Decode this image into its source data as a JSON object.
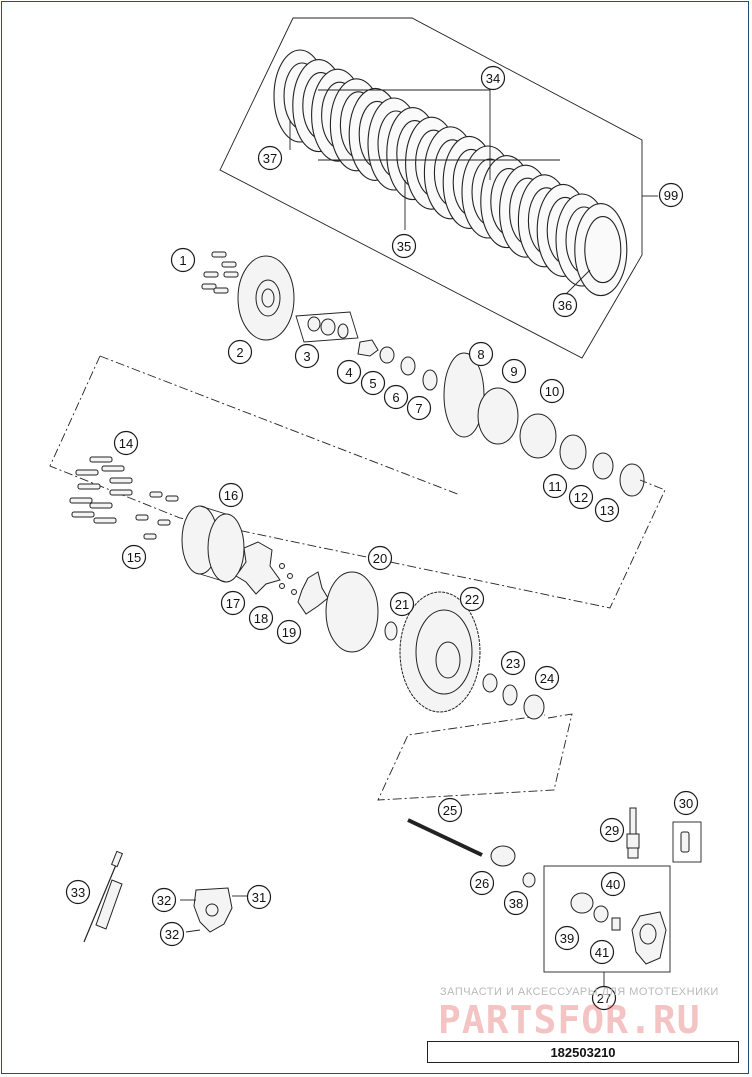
{
  "diagram": {
    "callouts": [
      "1",
      "2",
      "3",
      "4",
      "5",
      "6",
      "7",
      "8",
      "9",
      "10",
      "11",
      "12",
      "13",
      "14",
      "15",
      "16",
      "17",
      "18",
      "19",
      "20",
      "21",
      "22",
      "23",
      "24",
      "25",
      "26",
      "27",
      "29",
      "30",
      "31",
      "32",
      "32",
      "33",
      "34",
      "35",
      "36",
      "37",
      "38",
      "39",
      "40",
      "41",
      "99"
    ]
  },
  "watermark": {
    "tagline": "ЗАПЧАСТИ И АКСЕССУАРЫ ДЛЯ МОТОТЕХНИКИ",
    "logo": "PARTSFOR.RU"
  },
  "drawing_code": "182503210",
  "colors": {
    "frame": "#2a4a7a",
    "line": "#222222",
    "watermark_red": "#d72828"
  }
}
